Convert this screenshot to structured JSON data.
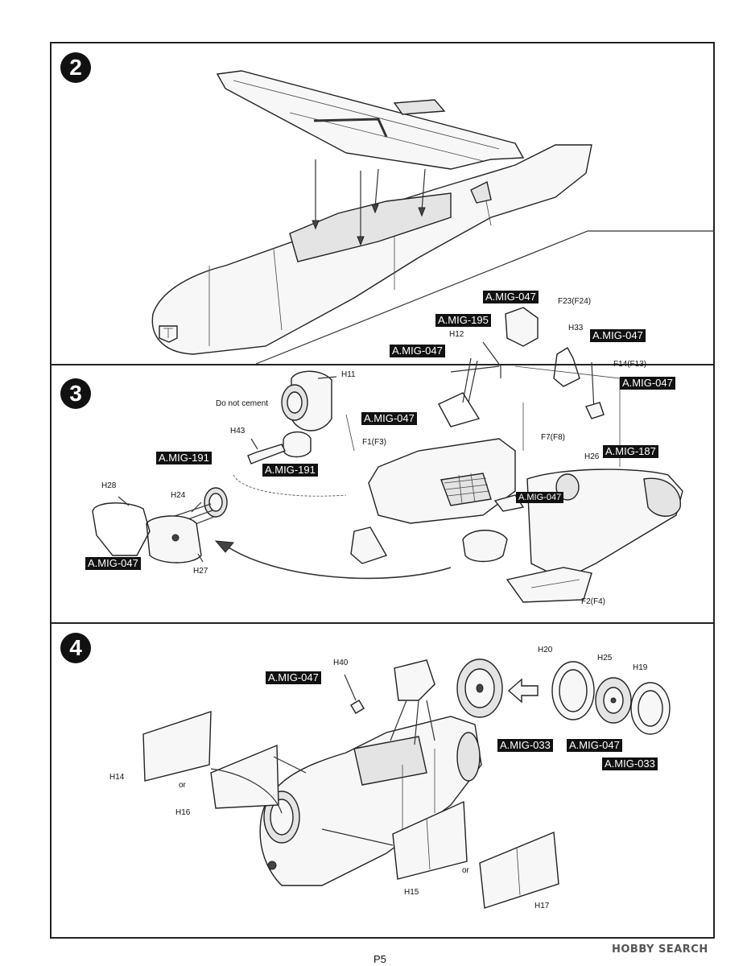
{
  "steps": {
    "step2": "2",
    "step3": "3",
    "step4": "4"
  },
  "step2": {},
  "step3": {
    "labels": {
      "h11": "H11",
      "do_not_cement": "Do not cement",
      "h43": "H43",
      "h12": "H12",
      "h33": "H33",
      "f23": "F23(F24)",
      "f14": "F14(F13)",
      "h28": "H28",
      "h24": "H24",
      "h27": "H27",
      "f1": "F1(F3)",
      "f7": "F7(F8)",
      "h26": "H26",
      "f2": "F2(F4)"
    },
    "tags": {
      "mig047_a": "A.MIG-047",
      "mig195": "A.MIG-195",
      "mig047_b": "A.MIG-047",
      "mig047_c": "A.MIG-047",
      "mig047_d": "A.MIG-047",
      "mig047_e": "A.MIG-047",
      "mig191_a": "A.MIG-191",
      "mig191_b": "A.MIG-191",
      "mig187": "A.MIG-187",
      "mig047_f": "A.MIG-047",
      "mig047_g": "A.MIG-047"
    }
  },
  "step4": {
    "labels": {
      "h40": "H40",
      "h20": "H20",
      "h25": "H25",
      "h19": "H19",
      "h14": "H14",
      "or1": "or",
      "h16": "H16",
      "h15": "H15",
      "or2": "or",
      "h17": "H17"
    },
    "tags": {
      "mig047_a": "A.MIG-047",
      "mig033_a": "A.MIG-033",
      "mig047_b": "A.MIG-047",
      "mig033_b": "A.MIG-033"
    }
  },
  "footer": {
    "page": "P5",
    "watermark": "HOBBY SEARCH"
  }
}
